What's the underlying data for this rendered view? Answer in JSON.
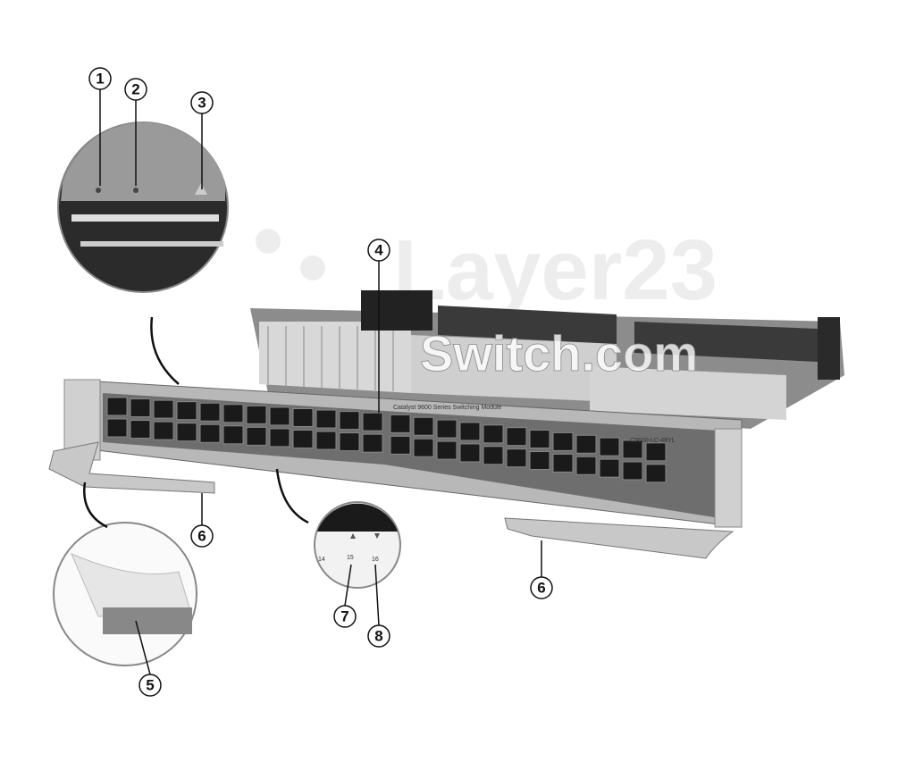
{
  "watermark": {
    "line1": "Layer23",
    "line2": "Switch.com"
  },
  "module": {
    "model_label": "C9600-LC-48YL",
    "series_label": "Catalyst 9600 Series Switching Module"
  },
  "inset_port_labels": [
    "14",
    "15",
    "16"
  ],
  "callouts": [
    "1",
    "2",
    "3",
    "4",
    "5",
    "6",
    "6",
    "7",
    "8"
  ],
  "colors": {
    "line": "#111111",
    "panel": "#9a9a9a",
    "port": "#1a1a1a"
  }
}
